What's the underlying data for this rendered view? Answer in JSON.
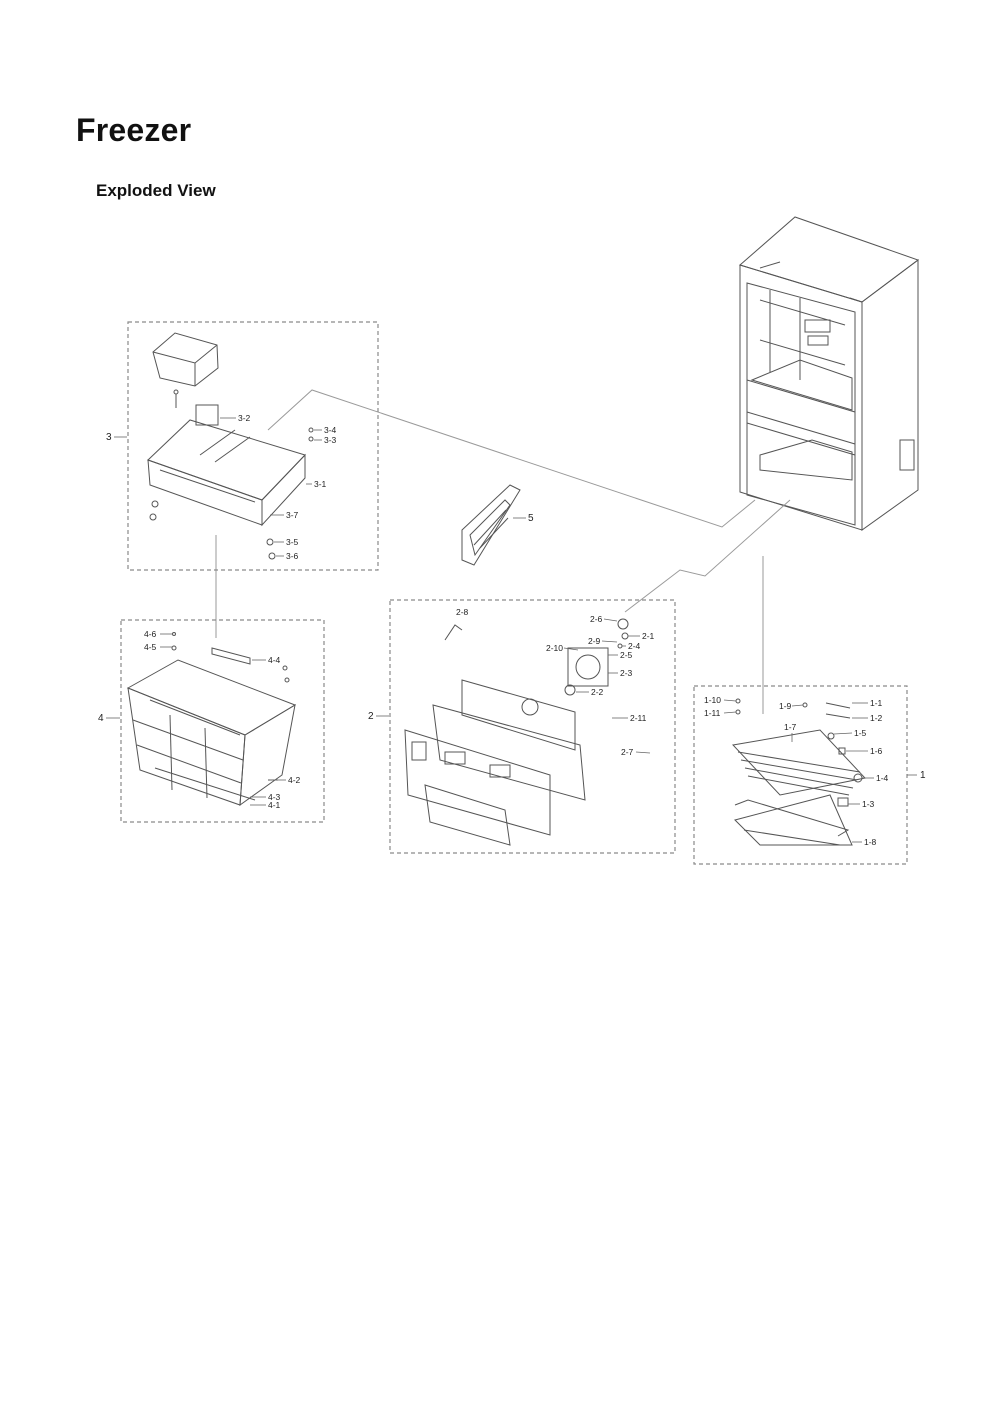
{
  "page": {
    "title": "Freezer",
    "subtitle": "Exploded View"
  },
  "groups": {
    "g1": "1",
    "g2": "2",
    "g3": "3",
    "g4": "4",
    "g5": "5"
  },
  "parts": {
    "p1_1": "1-1",
    "p1_2": "1-2",
    "p1_3": "1-3",
    "p1_4": "1-4",
    "p1_5": "1-5",
    "p1_6": "1-6",
    "p1_7": "1-7",
    "p1_8": "1-8",
    "p1_9": "1-9",
    "p1_10": "1-10",
    "p1_11": "1-11",
    "p2_1": "2-1",
    "p2_2": "2-2",
    "p2_3": "2-3",
    "p2_4": "2-4",
    "p2_5": "2-5",
    "p2_6": "2-6",
    "p2_7": "2-7",
    "p2_8": "2-8",
    "p2_9": "2-9",
    "p2_10": "2-10",
    "p2_11": "2-11",
    "p3_1": "3-1",
    "p3_2": "3-2",
    "p3_3": "3-3",
    "p3_4": "3-4",
    "p3_5": "3-5",
    "p3_6": "3-6",
    "p3_7": "3-7",
    "p4_1": "4-1",
    "p4_2": "4-2",
    "p4_3": "4-3",
    "p4_4": "4-4",
    "p4_5": "4-5",
    "p4_6": "4-6"
  }
}
